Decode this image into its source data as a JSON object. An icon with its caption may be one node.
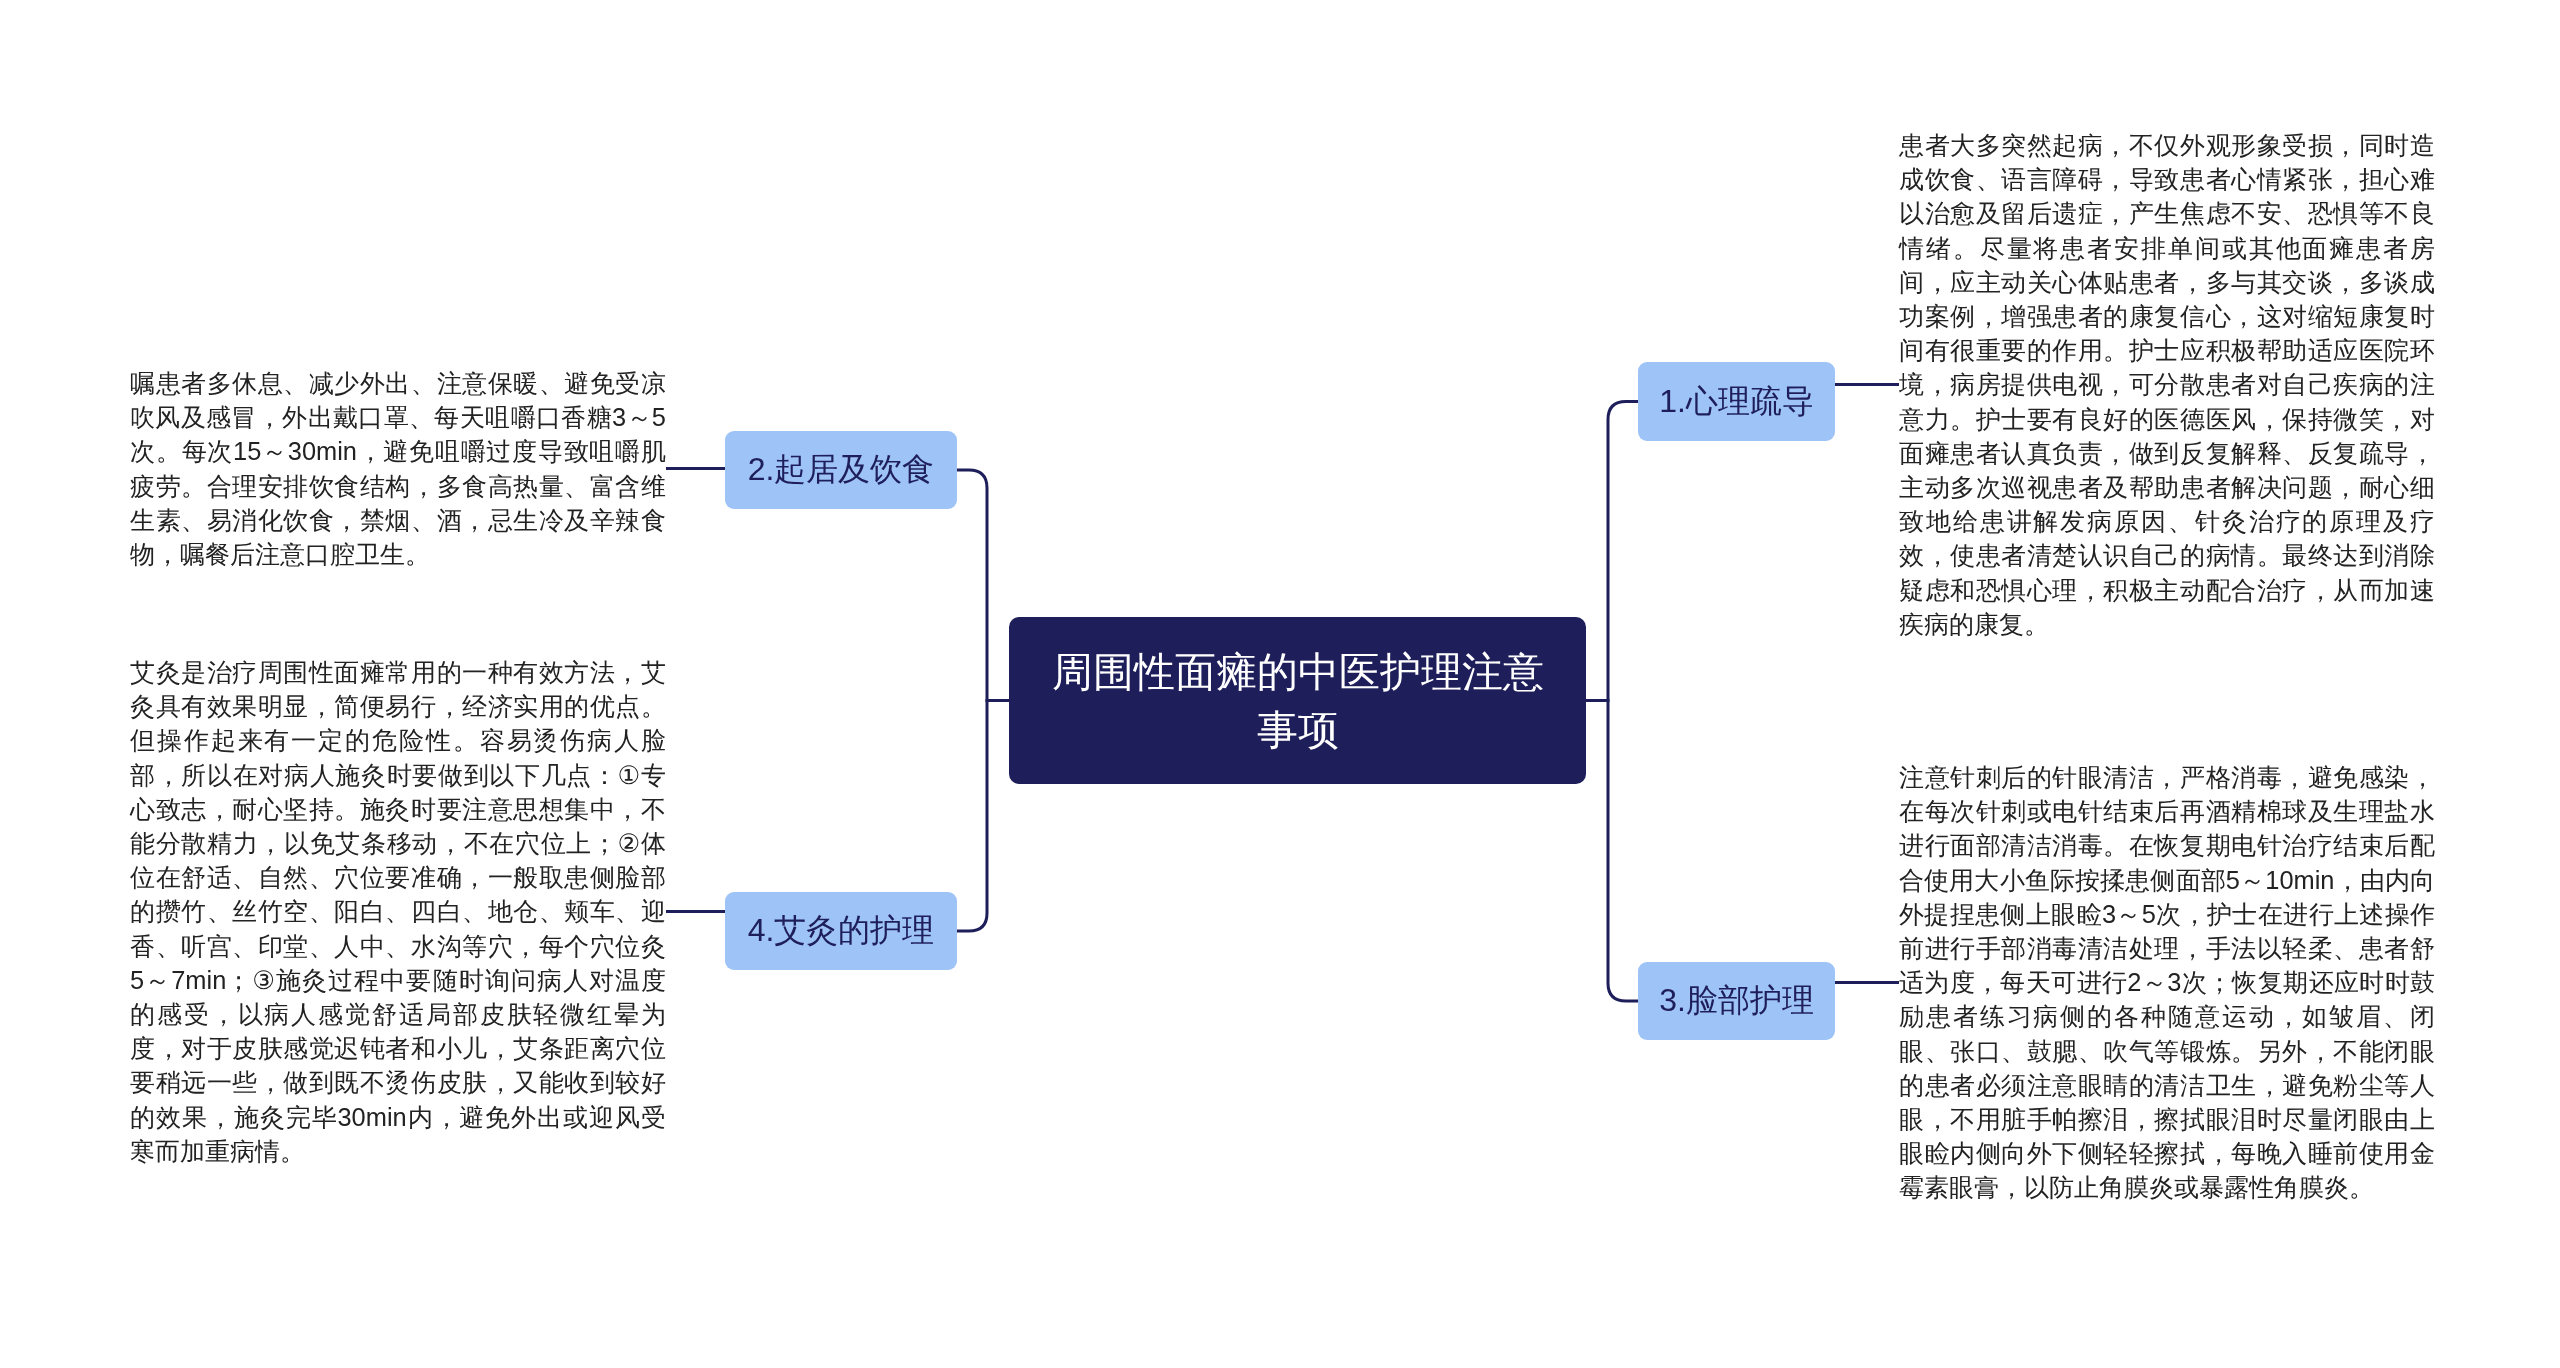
{
  "diagram": {
    "nodes": [
      {
        "text": [
          "周围性面瘫的中医护理注意事项"
        ]
      },
      {
        "text": [
          "1.心理疏导"
        ]
      },
      {
        "text": [
          "患者大多突然起病，不仅外观形象受损，同时造成饮食、语言障碍，导致患者心情紧张，担心难以治愈及留后遗症，产生焦虑不安、恐惧等不良情绪。尽量将患者安排单间或其他面瘫患者房间，应主动关心体贴患者，多与其交谈，多谈成功案例，增强患者的康复信心，这对缩短康复时间有很重要的作用。护士应积极帮助适应医院环境，病房提供电视，可分散患者对自己疾病的注意力。护士要有良好的医德医风，保持微笑，对面瘫患者认真负责，做到反复解释、反复疏导，主动多次巡视患者及帮助患者解决问题，耐心细致地给患讲解发病原因、针灸治疗的原理及疗效，使患者清楚认识自己的病情。最终达到消除疑虑和恐惧心理，积极主动配合治疗，从而加速疾病的康复。"
        ]
      },
      {
        "text": [
          "2.起居及饮食"
        ]
      },
      {
        "text": [
          "嘱患者多休息、减少外出、注意保暖、避免受凉吹风及感冒，外出戴口罩、每天咀嚼口香糖3～5次。每次15～30min，避免咀嚼过度导致咀嚼肌疲劳。合理安排饮食结构，多食高热量、富含维生素、易消化饮食，禁烟、酒，忌生冷及辛辣食物，嘱餐后注意口腔卫生。"
        ]
      },
      {
        "text": [
          "3.脸部护理"
        ]
      },
      {
        "text": [
          "注意针刺后的针眼清洁，严格消毒，避免感染，在每次针刺或电针结束后再酒精棉球及生理盐水进行面部清洁消毒。在恢复期电针治疗结束后配合使用大小鱼际按揉患侧面部5～10min，由内向外提捏患侧上眼睑3～5次，护士在进行上述操作前进行手部消毒清洁处理，手法以轻柔、患者舒适为度，每天可进行2～3次；恢复期还应时时鼓励患者练习病侧的各种随意运动，如皱眉、闭眼、张口、鼓腮、吹气等锻炼。另外，不能闭眼的患者必须注意眼睛的清洁卫生，避免粉尘等人眼，不用脏手帕擦泪，擦拭眼泪时尽量闭眼由上眼睑内侧向外下侧轻轻擦拭，每晚入睡前使用金霉素眼膏，以防止角膜炎或暴露性角膜炎。"
        ]
      },
      {
        "text": [
          "4.艾灸的护理"
        ]
      },
      {
        "text": [
          "艾灸是治疗周围性面瘫常用的一种有效方法，艾灸具有效果明显，简便易行，经济实用的优点。但操作起来有一定的危险性。容易烫伤病人脸部，所以在对病人施灸时要做到以下几点：①专心致志，耐心坚持。施灸时要注意思想集中，不能分散精力，以免艾条移动，不在穴位上；②体位在舒适、自然、穴位要准确，一般取患侧脸部的攒竹、丝竹空、阳白、四白、地仓、颊车、迎香、听宫、印堂、人中、水沟等穴，每个穴位灸5～7min；③施灸过程中要随时询问病人对温度的感受，以病人感觉舒适局部皮肤轻微红晕为度，对于皮肤感觉迟钝者和小儿，艾条距离穴位要稍远一些，做到既不烫伤皮肤，又能收到较好的效果，施灸完毕30min内，避免外出或迎风受寒而加重病情。"
        ]
      }
    ],
    "edges": [
      {
        "from": 0,
        "to": 1,
        "arrow": "none"
      },
      {
        "from": 1,
        "to": 2,
        "arrow": "none"
      },
      {
        "from": 0,
        "to": 3,
        "arrow": "none"
      },
      {
        "from": 3,
        "to": 4,
        "arrow": "none"
      },
      {
        "from": 0,
        "to": 5,
        "arrow": "none"
      },
      {
        "from": 5,
        "to": 6,
        "arrow": "none"
      },
      {
        "from": 0,
        "to": 7,
        "arrow": "none"
      },
      {
        "from": 7,
        "to": 8,
        "arrow": "none"
      }
    ]
  }
}
